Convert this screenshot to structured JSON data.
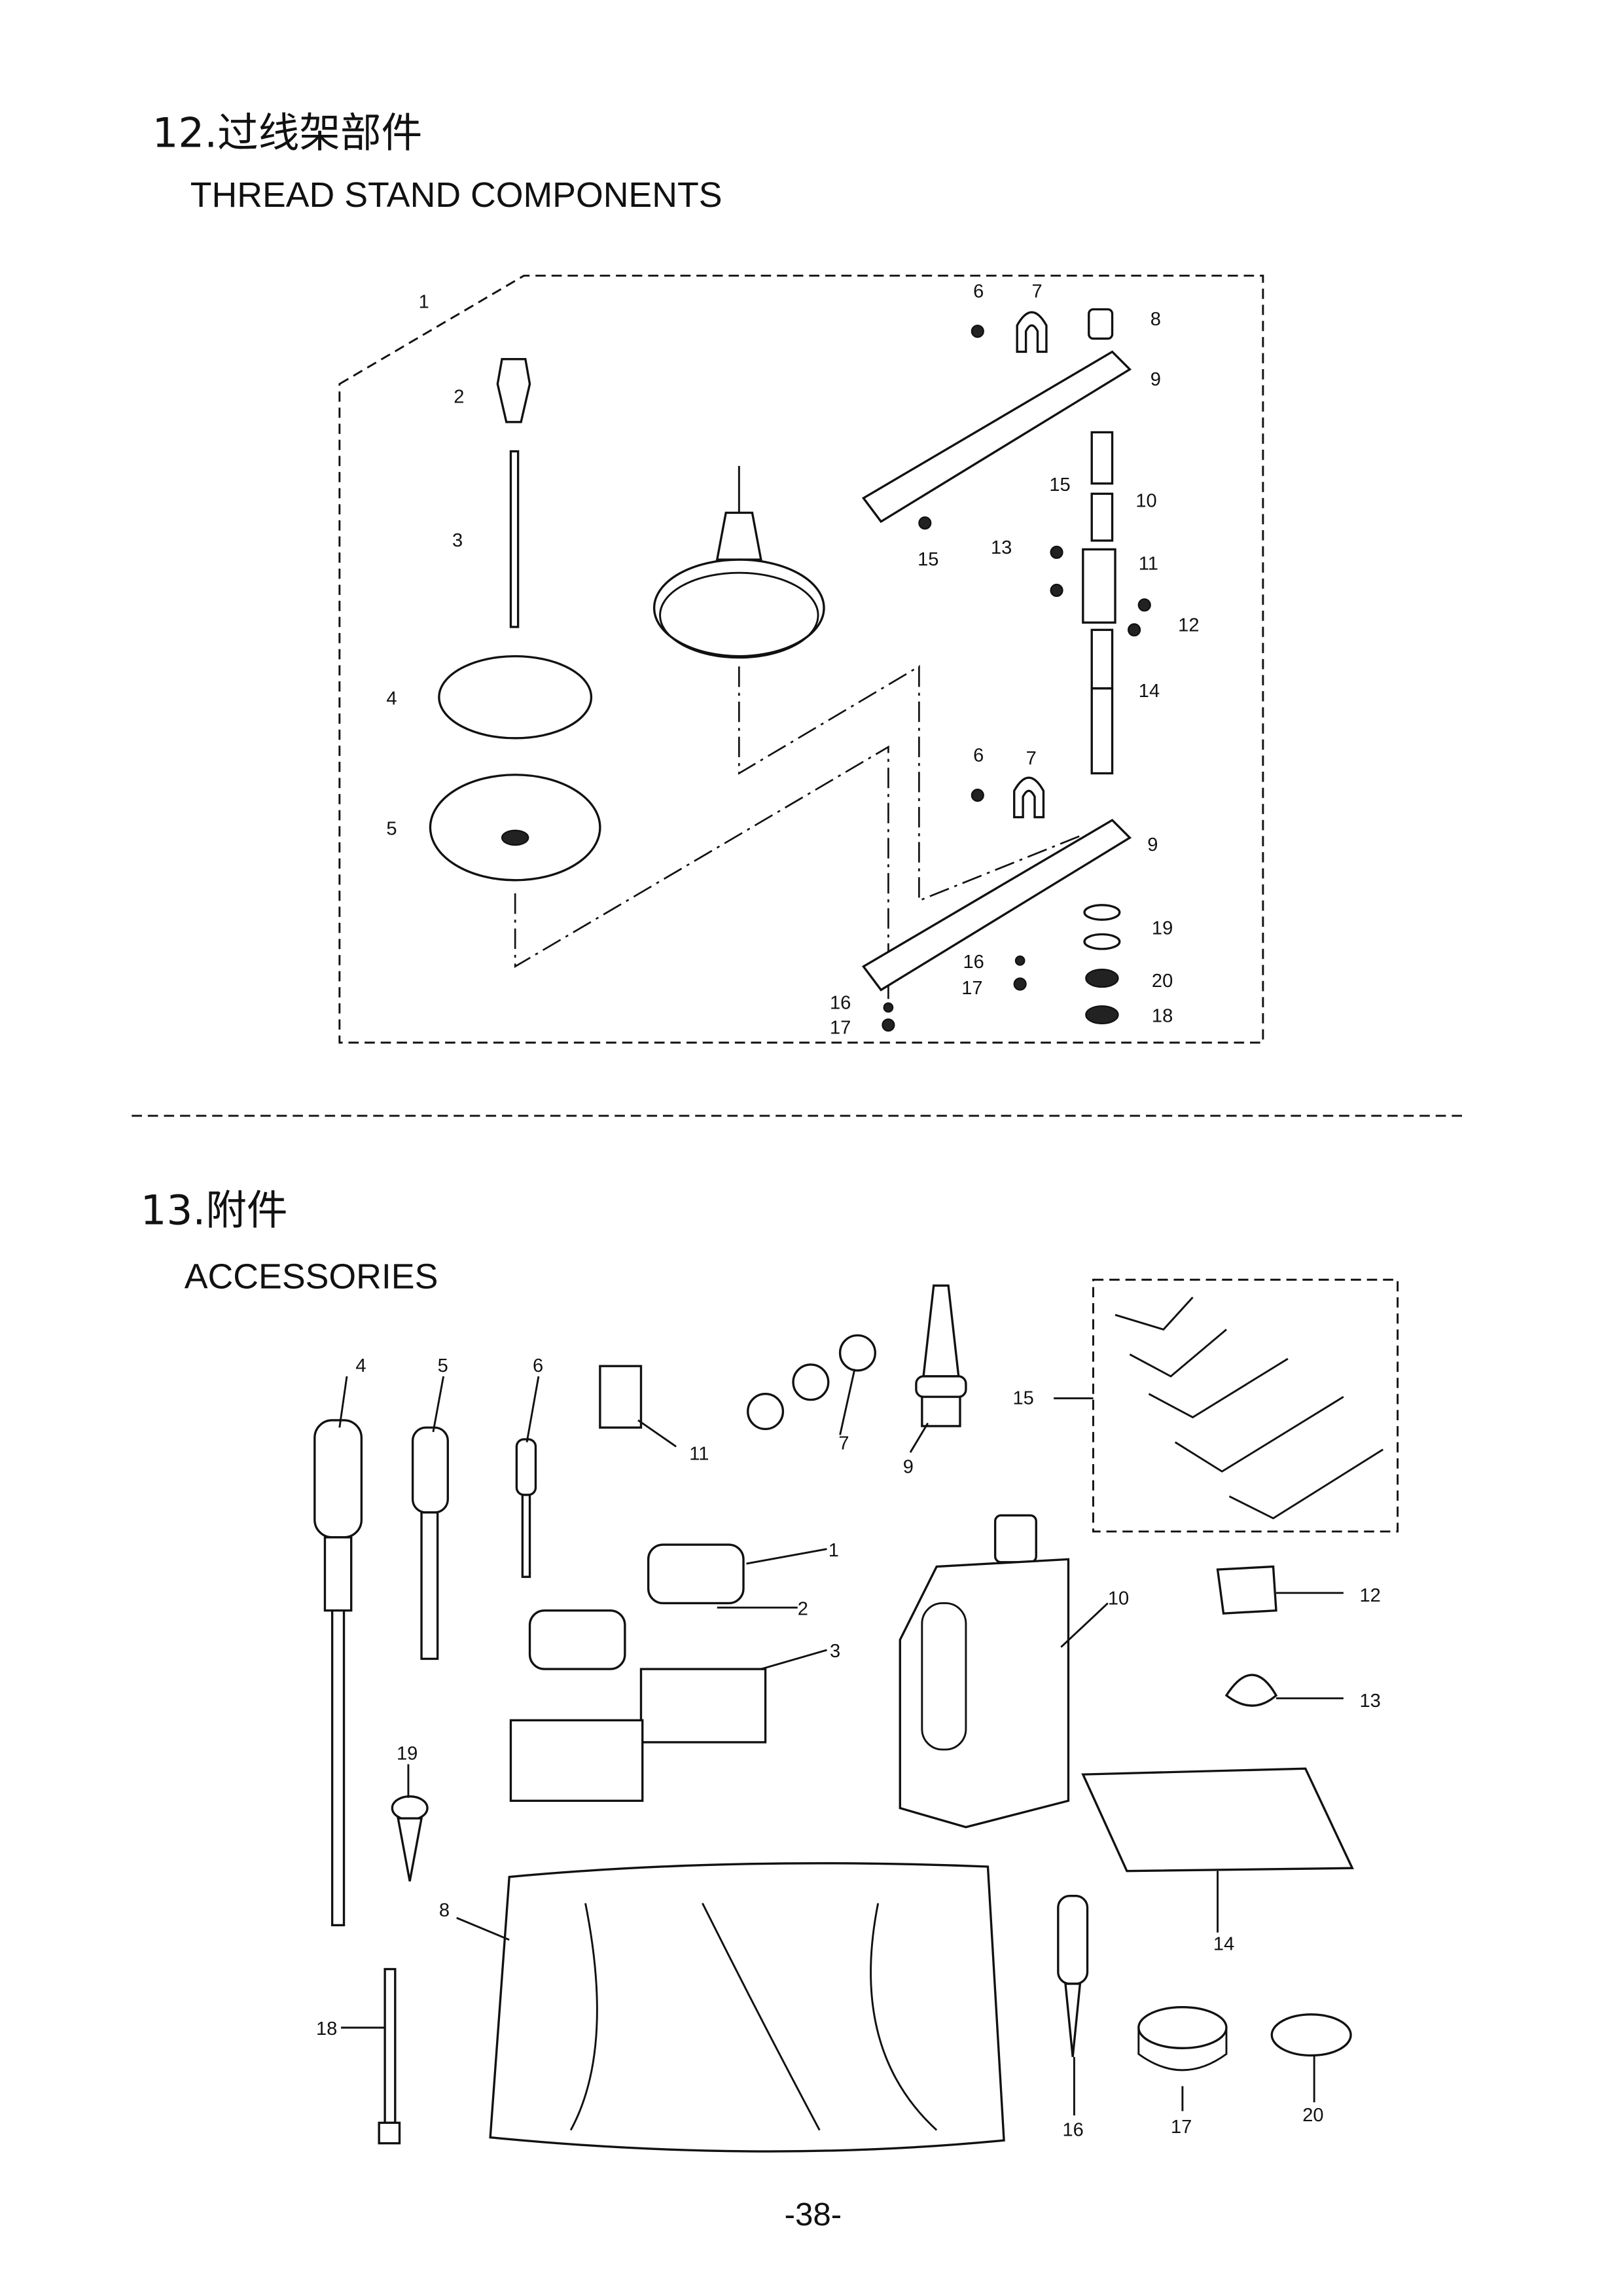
{
  "section12": {
    "title_cn": "12.过线架部件",
    "title_en": "THREAD STAND COMPONENTS",
    "callouts": [
      "1",
      "2",
      "3",
      "4",
      "5",
      "6",
      "7",
      "8",
      "9",
      "15",
      "10",
      "15",
      "13",
      "11",
      "12",
      "14",
      "6",
      "7",
      "9",
      "19",
      "16",
      "17",
      "20",
      "16",
      "17",
      "18"
    ]
  },
  "section13": {
    "title_cn": "13.附件",
    "title_en": "ACCESSORIES",
    "callouts": [
      "4",
      "5",
      "6",
      "11",
      "7",
      "9",
      "15",
      "1",
      "2",
      "3",
      "10",
      "12",
      "13",
      "19",
      "8",
      "14",
      "18",
      "16",
      "17",
      "20"
    ]
  },
  "page_number": "-38-"
}
